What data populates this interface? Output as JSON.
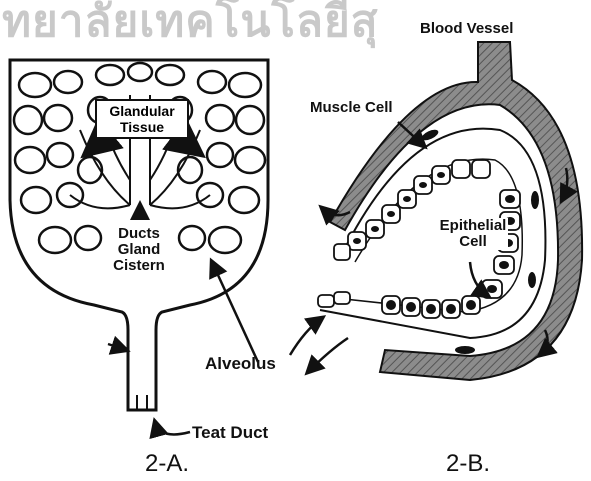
{
  "watermark": "ทยาลัยเทคโนโลยีสุ",
  "figure_a": {
    "label": "2-A.",
    "glandular_tissue_line1": "Glandular",
    "glandular_tissue_line2": "Tissue",
    "ducts": "Ducts",
    "gland": "Gland",
    "cistern": "Cistern",
    "alveolus": "Alveolus",
    "teat_duct": "Teat Duct"
  },
  "figure_b": {
    "label": "2-B.",
    "blood_vessel": "Blood Vessel",
    "muscle_cell": "Muscle Cell",
    "epithelial_line1": "Epithelial",
    "epithelial_line2": "Cell"
  },
  "colors": {
    "ink": "#111111",
    "vessel_gray": "#7a7a7a",
    "watermark": "#c9c9c9"
  }
}
